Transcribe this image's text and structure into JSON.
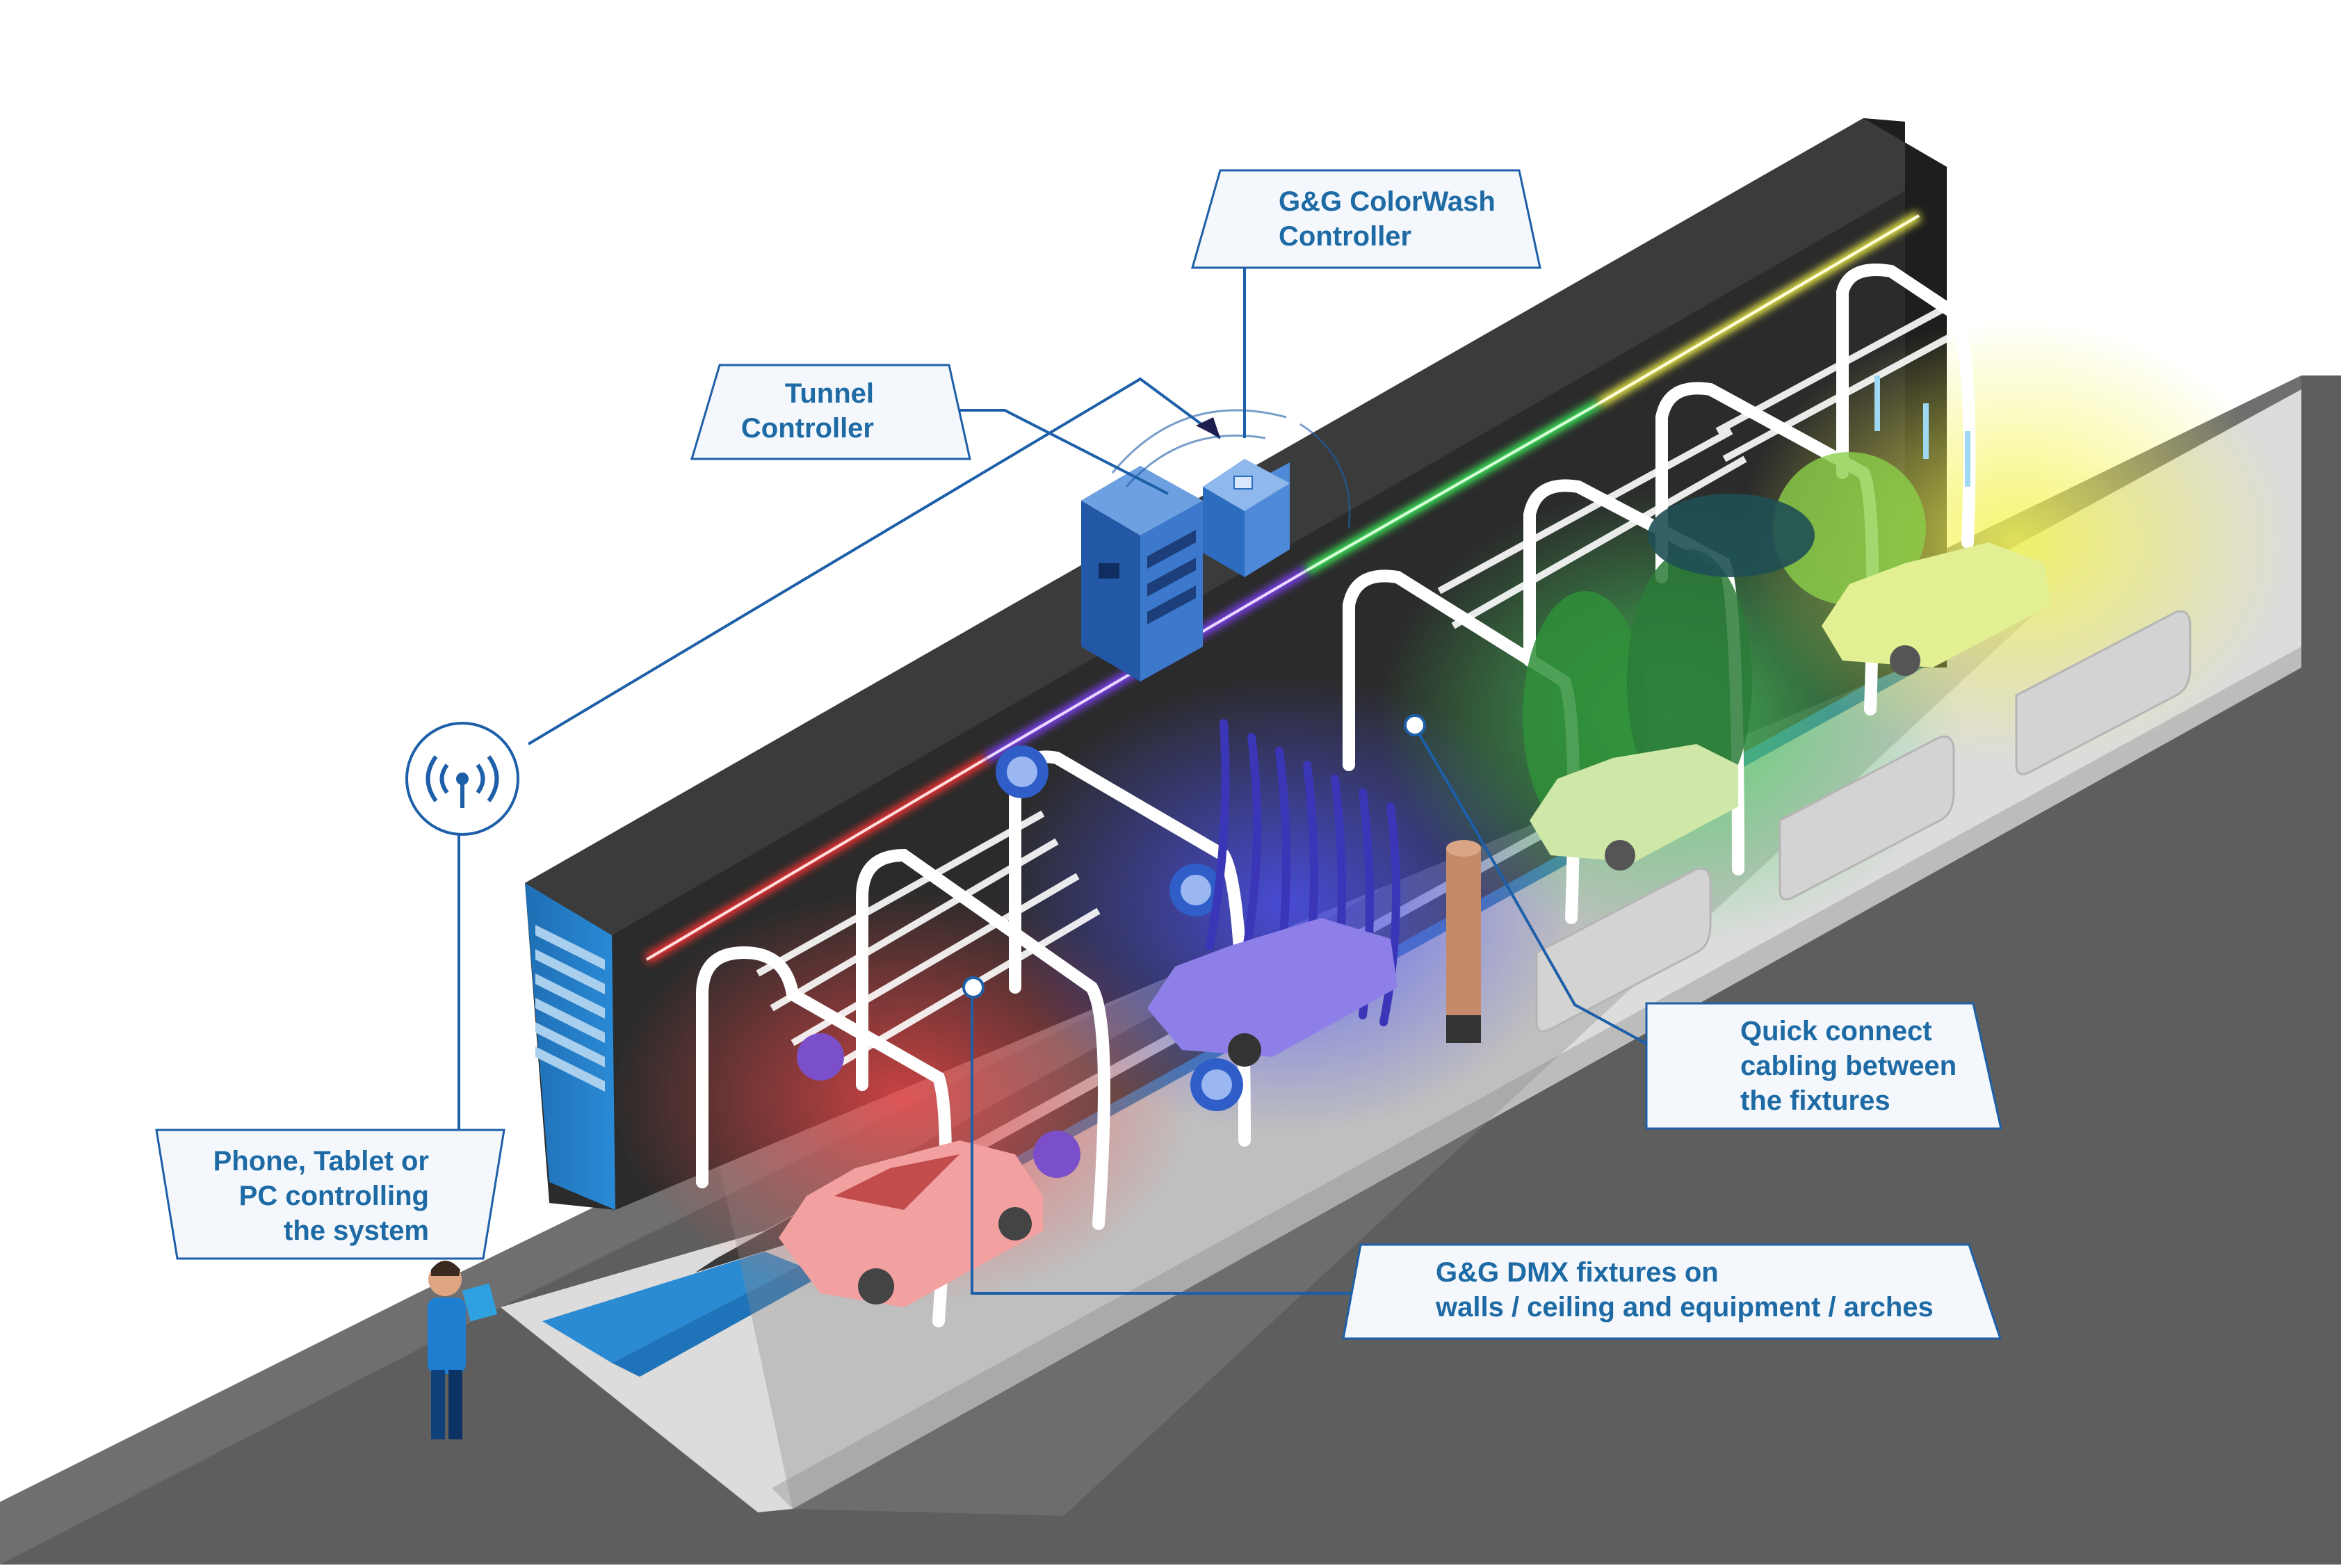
{
  "labels": {
    "colorwash": [
      "G&G ColorWash",
      "Controller"
    ],
    "tunnel": [
      "Tunnel",
      "Controller"
    ],
    "phone": [
      "Phone, Tablet or",
      "PC controlling",
      "the system"
    ],
    "cabling": [
      "Quick connect",
      "cabling between",
      "the fixtures"
    ],
    "fixtures": [
      "G&G DMX fixtures on",
      "walls / ceiling and equipment / arches"
    ]
  },
  "icons": {
    "wireless": "wireless-signal-icon",
    "tunnel_controller": "server-cabinet-icon",
    "colorwash_controller": "controller-box-icon",
    "person": "person-with-tablet-icon"
  },
  "colors": {
    "label_text": "#1d6aa5",
    "callout_line": "#1d5fa8",
    "wall": "#2b2b2b",
    "red_zone": "#ff3b3b",
    "blue_zone": "#5a5cff",
    "green_zone": "#4cd964",
    "yellow_zone": "#f4f04a",
    "ground": "#5f5f5f",
    "floor": "#d7d7d7",
    "conveyor": "#1f7ac2"
  }
}
